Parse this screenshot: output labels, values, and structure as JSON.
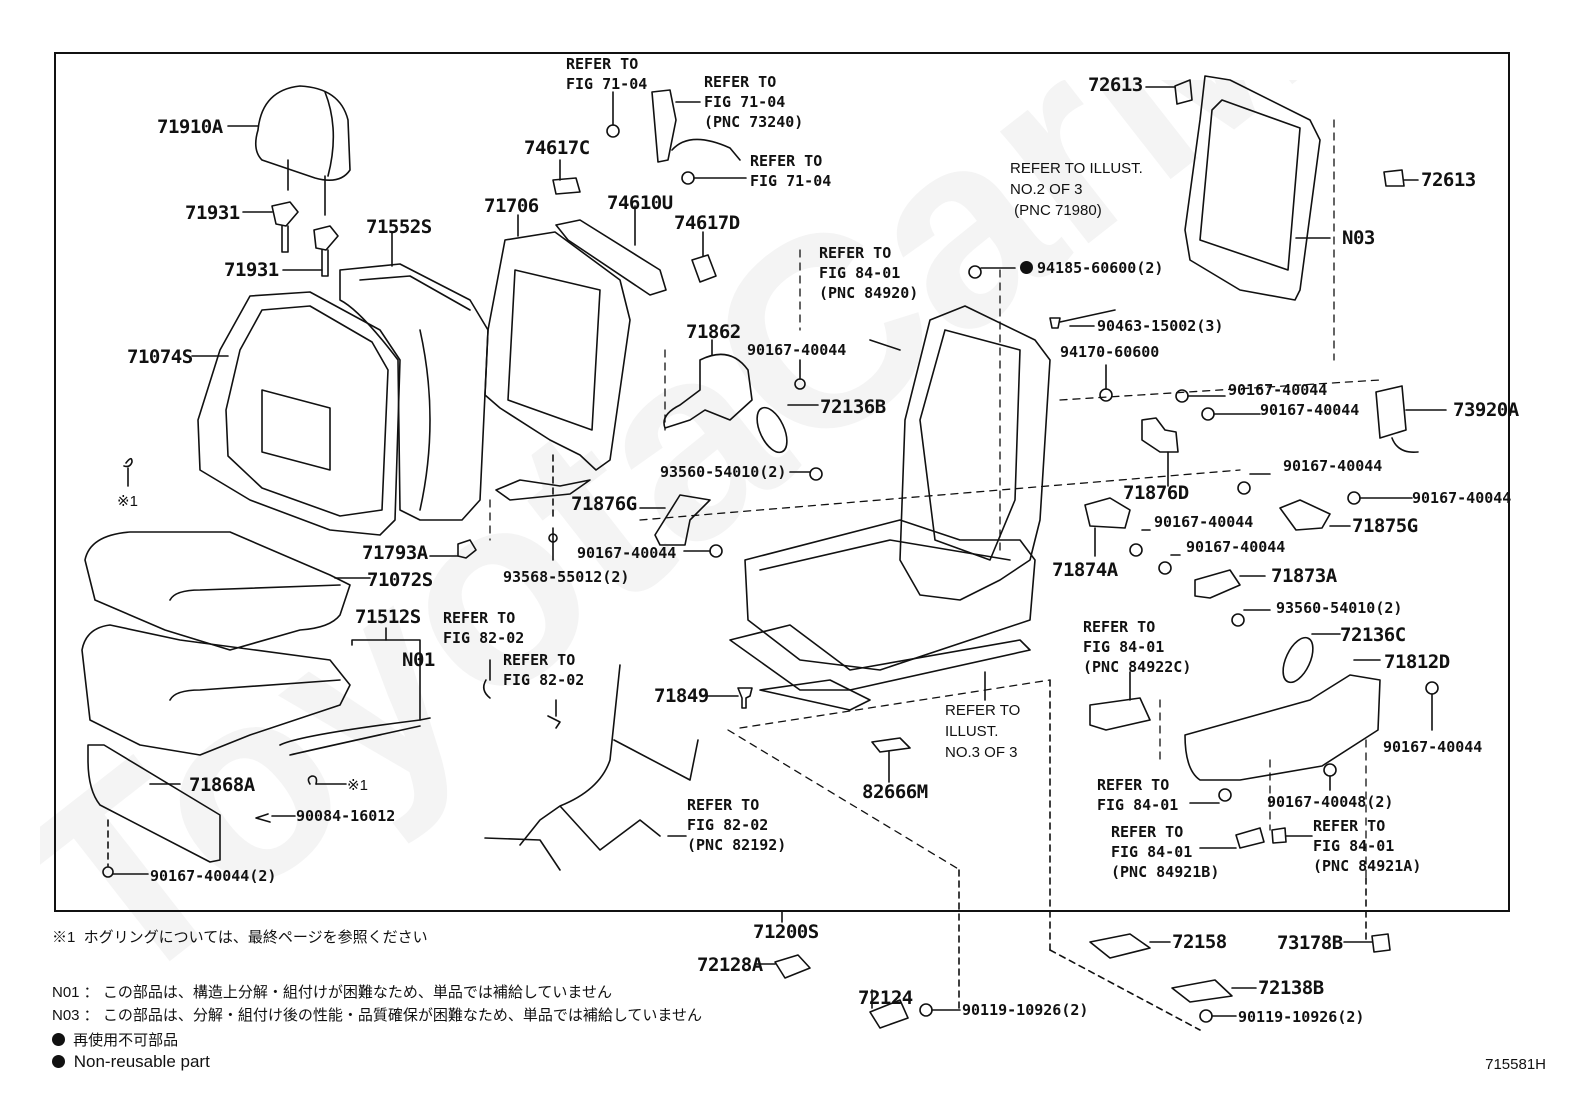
{
  "figure_id": "715581H",
  "watermark": "ToyotaCarMine.ru",
  "parts": [
    {
      "id": "headrest",
      "label": "71910A"
    },
    {
      "id": "headrest-support-1",
      "label": "71931"
    },
    {
      "id": "headrest-support-2",
      "label": "71931"
    },
    {
      "id": "seatback-cover",
      "label": "71074S"
    },
    {
      "id": "seatback-pad",
      "label": "71552S"
    },
    {
      "id": "seatback-spring",
      "label": "71706"
    },
    {
      "id": "hinge-cover-c",
      "label": "74617C"
    },
    {
      "id": "seatback-board",
      "label": "74610U"
    },
    {
      "id": "hinge-cover-d",
      "label": "74617D"
    },
    {
      "id": "hog-ring-1",
      "label": "※1"
    },
    {
      "id": "seat-cushion-cover",
      "label": "71072S"
    },
    {
      "id": "seat-cushion-pad",
      "label": "71512S"
    },
    {
      "id": "n01",
      "label": "N01"
    },
    {
      "id": "clip-71793a",
      "label": "71793A"
    },
    {
      "id": "screw-93568",
      "label": "93568-55012(2)"
    },
    {
      "id": "shield-71868a",
      "label": "71868A"
    },
    {
      "id": "hog-ring-2",
      "label": "※1"
    },
    {
      "id": "screw-90084",
      "label": "90084-16012"
    },
    {
      "id": "screw-90167-2",
      "label": "90167-40044(2)"
    },
    {
      "id": "cover-71862",
      "label": "71862"
    },
    {
      "id": "screw-90167-a",
      "label": "90167-40044"
    },
    {
      "id": "knob-72136b",
      "label": "72136B"
    },
    {
      "id": "screw-93560-a",
      "label": "93560-54010(2)"
    },
    {
      "id": "cover-71876g",
      "label": "71876G"
    },
    {
      "id": "screw-90167-b",
      "label": "90167-40044"
    },
    {
      "id": "seat-frame",
      "label": "71200S"
    },
    {
      "id": "nut-94185",
      "label": "94185-60600(2)",
      "non_reusable": true
    },
    {
      "id": "tie-90463",
      "label": "90463-15002(3)"
    },
    {
      "id": "nut-94170",
      "label": "94170-60600"
    },
    {
      "id": "screw-90167-c",
      "label": "90167-40044"
    },
    {
      "id": "screw-90167-d",
      "label": "90167-40044"
    },
    {
      "id": "cover-71876d",
      "label": "71876D"
    },
    {
      "id": "airbag-73920a",
      "label": "73920A"
    },
    {
      "id": "screw-90167-e",
      "label": "90167-40044"
    },
    {
      "id": "screw-90167-f",
      "label": "90167-40044"
    },
    {
      "id": "cover-71875g",
      "label": "71875G"
    },
    {
      "id": "cover-71874a",
      "label": "71874A"
    },
    {
      "id": "screw-90167-g",
      "label": "90167-40044"
    },
    {
      "id": "screw-90167-h",
      "label": "90167-40044"
    },
    {
      "id": "cover-71873a",
      "label": "71873A"
    },
    {
      "id": "screw-93560-b",
      "label": "93560-54010(2)"
    },
    {
      "id": "knob-72136c",
      "label": "72136C"
    },
    {
      "id": "shield-71812d",
      "label": "71812D"
    },
    {
      "id": "screw-90167-i",
      "label": "90167-40044"
    },
    {
      "id": "screw-90167-40048",
      "label": "90167-40048(2)"
    },
    {
      "id": "clip-71849",
      "label": "71849"
    },
    {
      "id": "bracket-82666m",
      "label": "82666M"
    },
    {
      "id": "bracket-72613-a",
      "label": "72613"
    },
    {
      "id": "bracket-72613-b",
      "label": "72613"
    },
    {
      "id": "n03",
      "label": "N03"
    },
    {
      "id": "cover-72158",
      "label": "72158"
    },
    {
      "id": "cap-73178b",
      "label": "73178B"
    },
    {
      "id": "cover-72138b",
      "label": "72138B"
    },
    {
      "id": "bolt-90119-b",
      "label": "90119-10926(2)"
    },
    {
      "id": "cover-72128a",
      "label": "72128A"
    },
    {
      "id": "cover-72124",
      "label": "72124"
    },
    {
      "id": "bolt-90119-a",
      "label": "90119-10926(2)"
    }
  ],
  "references": {
    "fig7104_a": "REFER TO\nFIG 71-04",
    "fig7104_b": "REFER TO\nFIG 71-04\n(PNC 73240)",
    "fig7104_c": "REFER TO\nFIG 71-04",
    "illust2": "REFER TO ILLUST.\nNO.2 OF 3\n (PNC 71980)",
    "fig8401_84920": "REFER TO\nFIG 84-01\n(PNC 84920)",
    "fig8202_a": "REFER TO\nFIG 82-02",
    "fig8202_b": "REFER TO\nFIG 82-02",
    "fig8202_82192": "REFER TO\nFIG 82-02\n(PNC 82192)",
    "illust3": "REFER TO\nILLUST.\nNO.3 OF 3",
    "fig8401_84922c": "REFER TO\nFIG 84-01\n(PNC 84922C)",
    "fig8401_plain": "REFER TO\nFIG 84-01",
    "fig8401_84921b": "REFER TO\nFIG 84-01\n(PNC 84921B)",
    "fig8401_84921a": "REFER TO\nFIG 84-01\n(PNC 84921A)"
  },
  "notes": {
    "hog_ring": "※1  ホグリングについては、最終ページを参照ください",
    "n01": "N01 ： この部品は、構造上分解・組付けが困難なため、単品では補給していません",
    "n03": "N03 ： この部品は、分解・組付け後の性能・品質確保が困難なため、単品では補給していません",
    "non_reusable_jp": "再使用不可部品",
    "non_reusable_en": "Non-reusable part"
  }
}
